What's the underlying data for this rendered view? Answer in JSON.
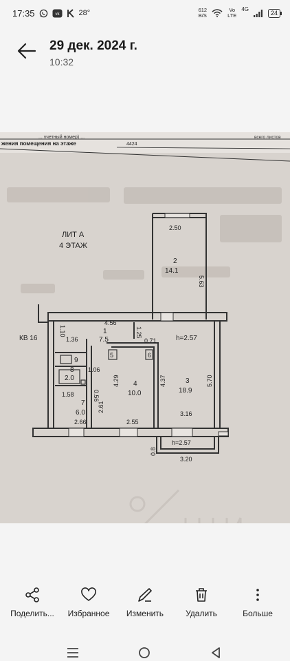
{
  "status_bar": {
    "time": "17:35",
    "temperature": "28°",
    "net_speed_value": "612",
    "net_speed_unit": "B/S",
    "network_vo": "Vo",
    "network_lte": "LTE",
    "network_gen": "4G",
    "battery": "24"
  },
  "header": {
    "title": "29 дек. 2024 г.",
    "subtitle": "10:32"
  },
  "plan": {
    "header_line1": "... учетный номер) ...",
    "header_line2": "жения помещения на этаже",
    "header_code": "4424",
    "header_right": "всего листов",
    "liter": "ЛИТ А",
    "floor": "4 ЭТАЖ",
    "apartment": "КВ 16",
    "h_label": "h=2.57",
    "h_label_balcony": "h=2.57",
    "room1_num": "1",
    "room1_area": "7.5",
    "room2_num": "2",
    "room2_area": "14.1",
    "room3_num": "3",
    "room3_area": "18.9",
    "room4_num": "4",
    "room4_area": "10.0",
    "room5_num": "5",
    "room6_num": "6",
    "room7_num": "7",
    "room7_area": "6.0",
    "room8_num": "8",
    "room8_area": "2.0",
    "room9_num": "9",
    "dims": {
      "d250": "2.50",
      "d563": "5.63",
      "d110": "1.10",
      "d456": "4.56",
      "d125": "1.25",
      "d071": "0.71",
      "d136": "1.36",
      "d106": "1.06",
      "d429": "4.29",
      "d437": "4.37",
      "d570": "5.70",
      "d056": "0.56",
      "d158": "1.58",
      "d261": "2.61",
      "d266": "2.66",
      "d255": "2.55",
      "d316": "3.16",
      "d08": "0.8",
      "d320": "3.20"
    }
  },
  "toolbar": {
    "share": "Поделить...",
    "favorite": "Избранное",
    "edit": "Изменить",
    "delete": "Удалить",
    "more": "Больше"
  }
}
